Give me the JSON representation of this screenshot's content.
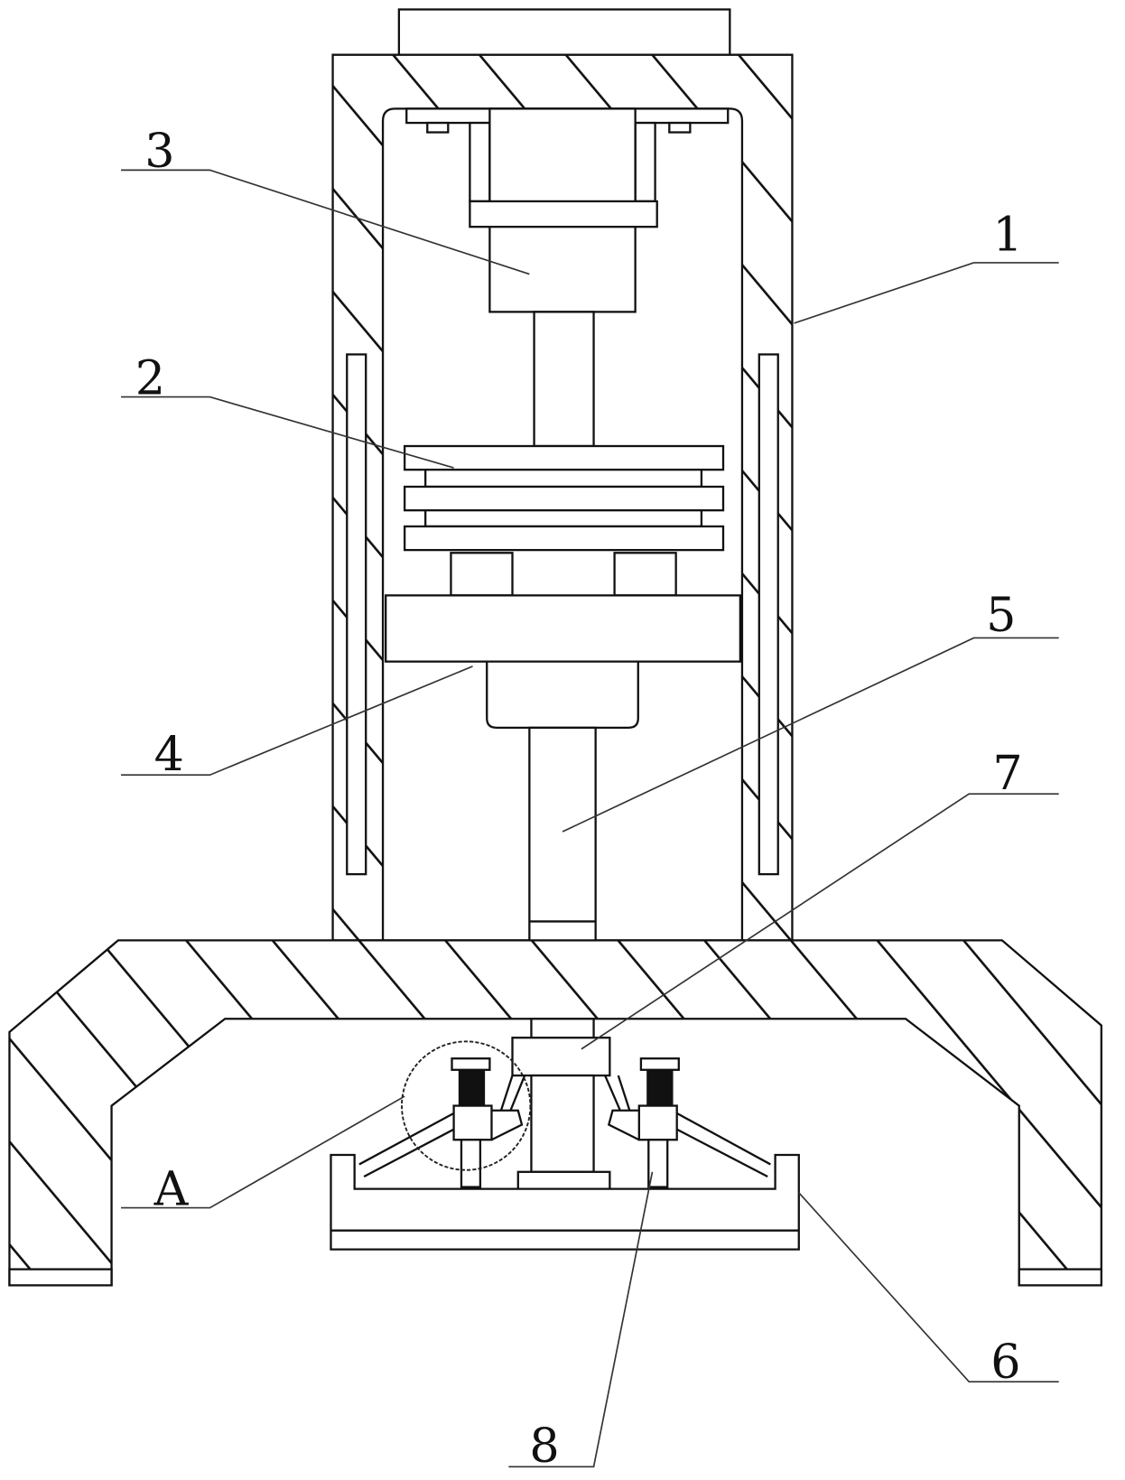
{
  "figure": {
    "labels": {
      "l1": "1",
      "l2": "2",
      "l3": "3",
      "l4": "4",
      "l5": "5",
      "l6": "6",
      "l7": "7",
      "l8": "8",
      "lA": "A"
    },
    "colors": {
      "line": "#111111",
      "background": "#ffffff"
    }
  }
}
